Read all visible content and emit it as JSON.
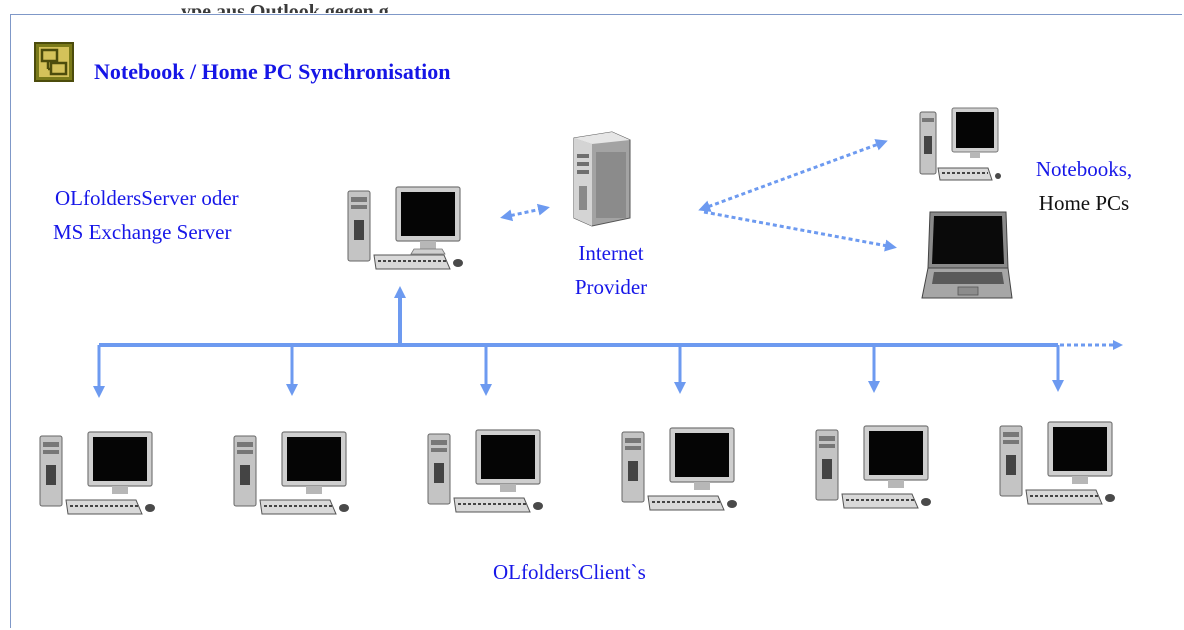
{
  "title": "Notebook / Home PC Synchronisation",
  "top_text_partial": "ype aus Outlook gegen g",
  "labels": {
    "server_line1": "OLfoldersServer oder",
    "server_line2": "MS Exchange Server",
    "provider_line1": "Internet",
    "provider_line2": "Provider",
    "remote_line1": "Notebooks,",
    "remote_line2": "Home PCs",
    "clients": "OLfoldersClient`s"
  },
  "icons": {
    "logo": "synchronisation-logo-icon",
    "server": "desktop-computer-icon",
    "provider": "tower-server-icon",
    "remote_desktop": "desktop-computer-icon",
    "notebook": "laptop-icon",
    "client": "desktop-computer-icon"
  },
  "colors": {
    "line": "#6d9af0",
    "label_blue": "#1717e8",
    "logo_fill": "#7a7a1a"
  }
}
